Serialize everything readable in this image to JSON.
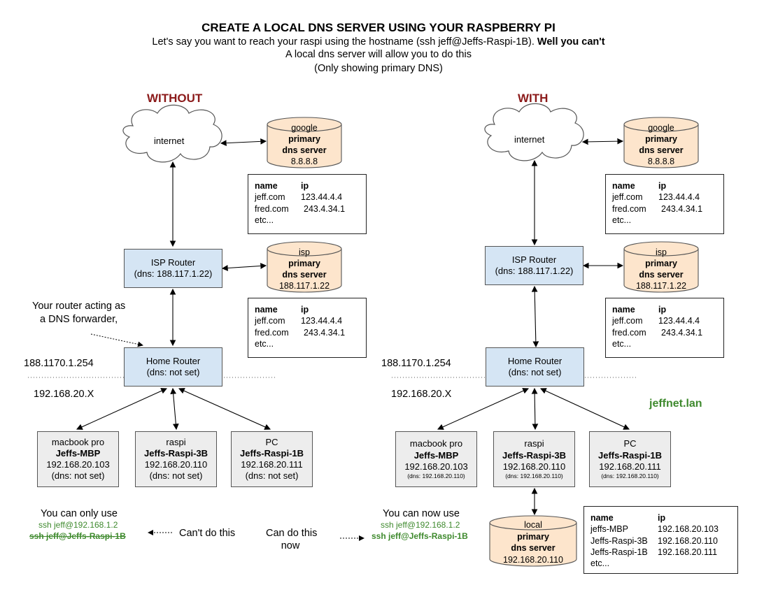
{
  "header": {
    "title": "CREATE A LOCAL DNS SERVER USING YOUR RASPBERRY PI",
    "line1_plain": "Let's say you want to reach your raspi using the hostname (ssh jeff@Jeffs-Raspi-1B).",
    "line1_bold": "Well you can't",
    "line2": "A local dns server will allow you to do this",
    "line3": "(Only showing primary DNS)"
  },
  "without": {
    "heading": "WITHOUT",
    "internet": "internet",
    "google_db": {
      "l1": "google",
      "l2": "primary",
      "l3": "dns server",
      "l4": "8.8.8.8"
    },
    "google_table": {
      "h1": "name",
      "h2": "ip",
      "rows": [
        [
          "jeff.com",
          "123.44.4.4"
        ],
        [
          "fred.com",
          "243.4.34.1"
        ],
        [
          "etc...",
          ""
        ]
      ]
    },
    "isp_router": {
      "l1": "ISP Router",
      "l2": "(dns: 188.117.1.22)"
    },
    "isp_db": {
      "l1": "isp",
      "l2": "primary",
      "l3": "dns server",
      "l4": "188.117.1.22"
    },
    "isp_table": {
      "h1": "name",
      "h2": "ip",
      "rows": [
        [
          "jeff.com",
          "123.44.4.4"
        ],
        [
          "fred.com",
          "243.4.34.1"
        ],
        [
          "etc...",
          ""
        ]
      ]
    },
    "forwarder_note_1": "Your router acting as",
    "forwarder_note_2": "a DNS forwarder,",
    "wan_ip": "188.1170.1.254",
    "lan_subnet": "192.168.20.X",
    "home_router": {
      "l1": "Home Router",
      "l2": "(dns: not set)"
    },
    "devices": [
      {
        "l1": "macbook pro",
        "l2": "Jeffs-MBP",
        "l3": "192.168.20.103",
        "l4": "(dns: not set)"
      },
      {
        "l1": "raspi",
        "l2": "Jeffs-Raspi-3B",
        "l3": "192.168.20.110",
        "l4": "(dns: not set)"
      },
      {
        "l1": "PC",
        "l2": "Jeffs-Raspi-1B",
        "l3": "192.168.20.111",
        "l4": "(dns: not set)"
      }
    ],
    "only_use": "You can only use",
    "ssh_ip": "ssh jeff@192.168.1.2",
    "ssh_host": "ssh jeff@Jeffs-Raspi-1B",
    "cant": "Can't do this"
  },
  "with": {
    "heading": "WITH",
    "internet": "internet",
    "google_db": {
      "l1": "google",
      "l2": "primary",
      "l3": "dns server",
      "l4": "8.8.8.8"
    },
    "google_table": {
      "h1": "name",
      "h2": "ip",
      "rows": [
        [
          "jeff.com",
          "123.44.4.4"
        ],
        [
          "fred.com",
          "243.4.34.1"
        ],
        [
          "etc...",
          ""
        ]
      ]
    },
    "isp_router": {
      "l1": "ISP Router",
      "l2": "(dns: 188.117.1.22)"
    },
    "isp_db": {
      "l1": "isp",
      "l2": "primary",
      "l3": "dns server",
      "l4": "188.117.1.22"
    },
    "isp_table": {
      "h1": "name",
      "h2": "ip",
      "rows": [
        [
          "jeff.com",
          "123.44.4.4"
        ],
        [
          "fred.com",
          "243.4.34.1"
        ],
        [
          "etc...",
          ""
        ]
      ]
    },
    "wan_ip": "188.1170.1.254",
    "lan_subnet": "192.168.20.X",
    "domain": "jeffnet.lan",
    "home_router": {
      "l1": "Home Router",
      "l2": "(dns: not set)"
    },
    "devices": [
      {
        "l1": "macbook pro",
        "l2": "Jeffs-MBP",
        "l3": "192.168.20.103",
        "l4": "(dns: 192.168.20.110)"
      },
      {
        "l1": "raspi",
        "l2": "Jeffs-Raspi-3B",
        "l3": "192.168.20.110",
        "l4": "(dns: 192.168.20.110)"
      },
      {
        "l1": "PC",
        "l2": "Jeffs-Raspi-1B",
        "l3": "192.168.20.111",
        "l4": "(dns: 192.168.20.110)"
      }
    ],
    "local_db": {
      "l1": "local",
      "l2": "primary",
      "l3": "dns server",
      "l4": "192.168.20.110"
    },
    "local_table": {
      "h1": "name",
      "h2": "ip",
      "rows": [
        [
          "jeffs-MBP",
          "192.168.20.103"
        ],
        [
          "Jeffs-Raspi-3B",
          "192.168.20.110"
        ],
        [
          "Jeffs-Raspi-1B",
          "192.168.20.111"
        ],
        [
          "etc...",
          ""
        ]
      ]
    },
    "can_do_1": "Can do this",
    "can_do_2": "now",
    "now_use": "You can now use",
    "ssh_ip": "ssh jeff@192.168.1.2",
    "ssh_host": "ssh jeff@Jeffs-Raspi-1B"
  },
  "colors": {
    "router_fill": "#d5e5f4",
    "device_fill": "#ededed",
    "db_fill": "#fde5cc",
    "heading": "#8b1a1a",
    "green": "#3f8a2e"
  }
}
